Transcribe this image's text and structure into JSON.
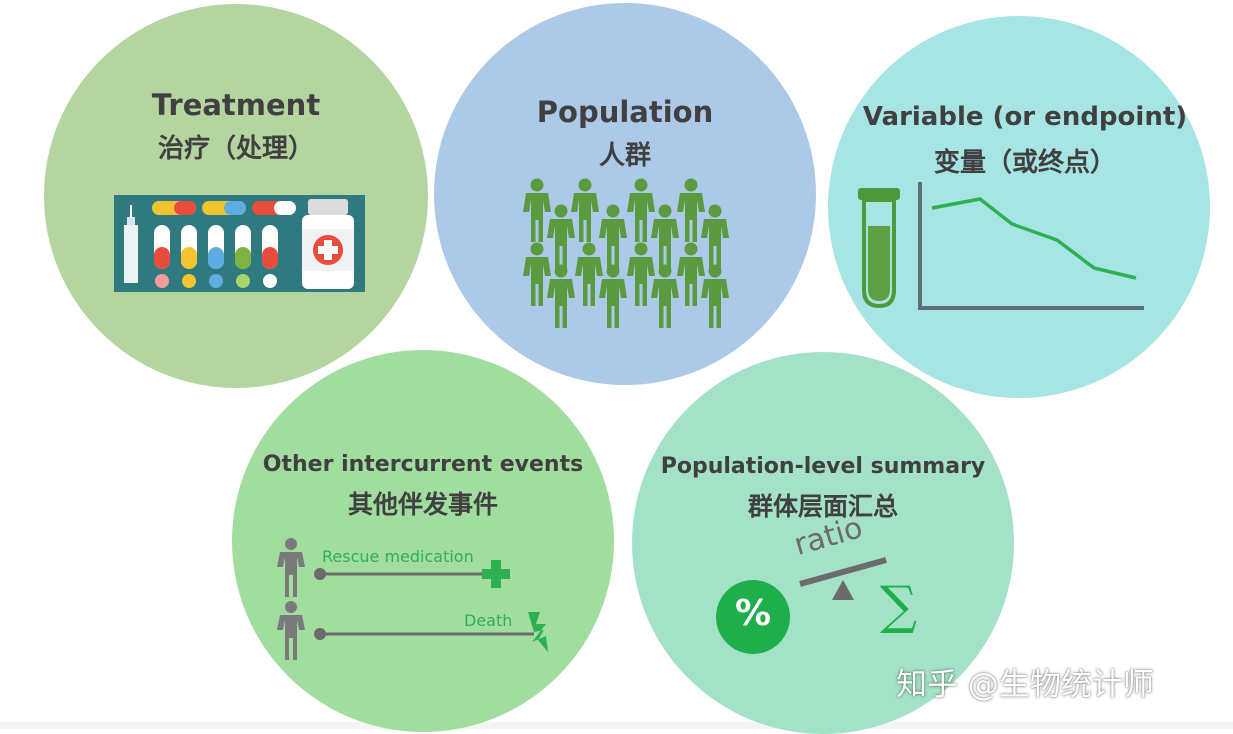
{
  "circles": {
    "treatment": {
      "title_en": "Treatment",
      "title_zh": "治疗（处理）"
    },
    "population": {
      "title_en": "Population",
      "title_zh": "人群"
    },
    "variable": {
      "title_en": "Variable (or endpoint)",
      "title_zh": "变量（或终点）"
    },
    "intercurrent": {
      "title_en": "Other intercurrent events",
      "title_zh": "其他伴发事件",
      "event_1": "Rescue medication",
      "event_2": "Death"
    },
    "summary": {
      "title_en": "Population-level summary",
      "title_zh": "群体层面汇总",
      "ratio_label": "ratio",
      "percent_symbol": "%",
      "sigma_symbol": "∑"
    }
  },
  "watermark": "知乎 @生物统计师",
  "icons": [
    "pills-icon",
    "bottle-icon",
    "people-icon",
    "test-tube-icon",
    "line-chart-icon",
    "person-icon",
    "cross-icon",
    "lightning-icon",
    "balance-icon"
  ],
  "colors": {
    "treatment_bg": "#b5d5a0",
    "population_bg": "#adc9e8",
    "variable_bg": "#a6e5e3",
    "intercurrent_bg": "#a2dda0",
    "summary_bg": "#a4e2c7",
    "accent_green": "#2fb054",
    "figure_green": "#5b9a3f"
  }
}
